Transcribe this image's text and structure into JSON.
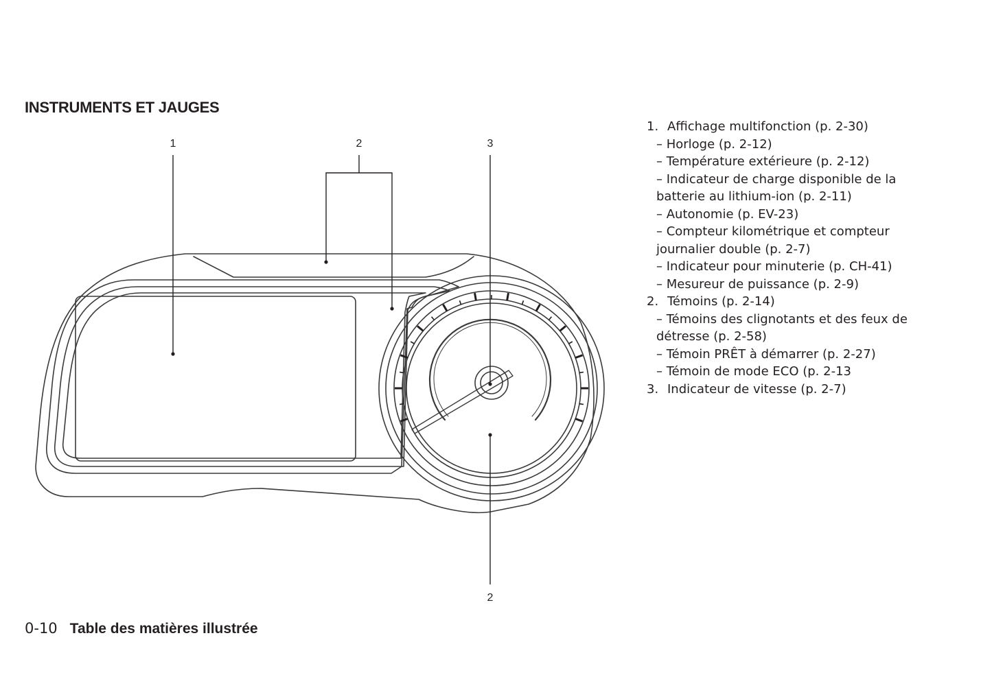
{
  "title": "INSTRUMENTS ET JAUGES",
  "callouts": {
    "c1": "1",
    "c2_top": "2",
    "c3": "3",
    "c2_bottom": "2"
  },
  "legend": {
    "item1": {
      "num": "1.",
      "label": "Affichage multifonction (p.  2-30)",
      "subs": [
        "– Horloge (p.  2-12)",
        "– Température extérieure (p.  2-12)",
        "– Indicateur de charge disponible de la",
        "batterie au lithium-ion (p.  2-11)",
        "– Autonomie (p.  EV-23)",
        "– Compteur kilométrique et compteur",
        "journalier double (p.  2-7)",
        "– Indicateur pour minuterie (p.  CH-41)",
        "– Mesureur de puissance (p.  2-9)"
      ]
    },
    "item2": {
      "num": "2.",
      "label": "Témoins (p.  2-14)",
      "subs": [
        "– Témoins des clignotants et des feux de",
        "détresse (p.  2-58)",
        "– Témoin PRÊT à démarrer (p.  2-27)",
        "– Témoin de mode ECO (p. 2-13"
      ]
    },
    "item3": {
      "num": "3.",
      "label": "Indicateur de vitesse (p.  2-7)"
    }
  },
  "footer": {
    "page_number": "0-10",
    "label": "Table des matières illustrée"
  },
  "colors": {
    "ink": "#231f20",
    "line": "#3a3a3a",
    "paper": "#ffffff"
  }
}
